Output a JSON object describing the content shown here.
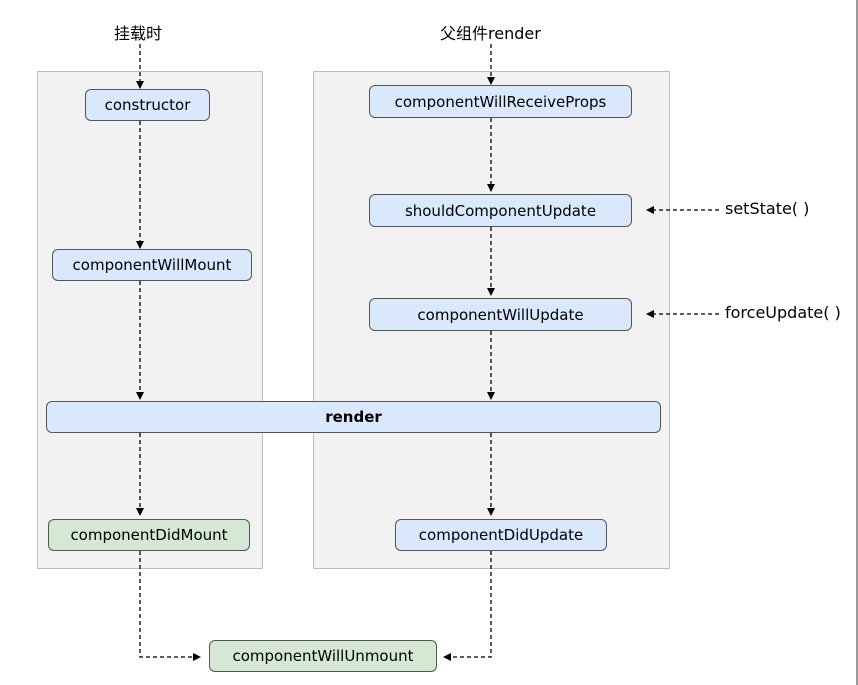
{
  "labels": {
    "mount_trigger": "挂载时",
    "update_trigger": "父组件render",
    "set_state": "setState( )",
    "force_update": "forceUpdate( )"
  },
  "nodes": {
    "constructor": "constructor",
    "component_will_mount": "componentWillMount",
    "render": "render",
    "component_did_mount": "componentDidMount",
    "component_will_receive_props": "componentWillReceiveProps",
    "should_component_update": "shouldComponentUpdate",
    "component_will_update": "componentWillUpdate",
    "component_did_update": "componentDidUpdate",
    "component_will_unmount": "componentWillUnmount"
  },
  "colors": {
    "lifecycle_blue": "#dae8fc",
    "lifecycle_green": "#d5e8d4",
    "panel_gray": "#f2f2f2"
  }
}
